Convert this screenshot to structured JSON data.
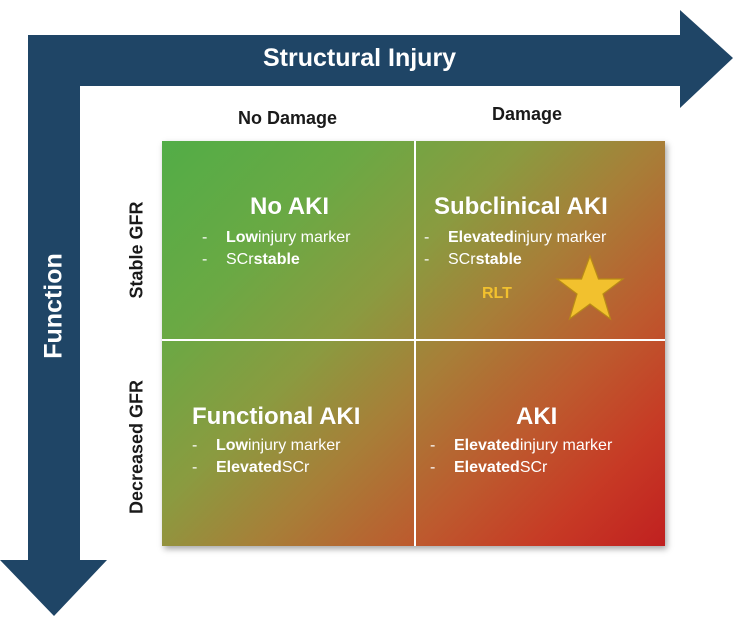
{
  "axes": {
    "horizontal_label": "Structural Injury",
    "vertical_label": "Function",
    "arrow_color": "#1f4566"
  },
  "columns": {
    "left": "No Damage",
    "right": "Damage"
  },
  "rows": {
    "top": "Stable GFR",
    "bottom": "Decreased GFR"
  },
  "quadrants": {
    "top_left": {
      "title": "No AKI",
      "bullets": [
        {
          "dash": "-",
          "bold": "Low",
          "text": " injury marker",
          "bold_last": ""
        },
        {
          "dash": "-",
          "bold": "",
          "text": "SCr ",
          "bold_last": "stable"
        }
      ]
    },
    "top_right": {
      "title": "Subclinical AKI",
      "bullets": [
        {
          "dash": "-",
          "bold": "Elevated",
          "text": " injury marker",
          "bold_last": ""
        },
        {
          "dash": "-",
          "bold": "",
          "text": "SCr ",
          "bold_last": "stable"
        }
      ]
    },
    "bottom_left": {
      "title": "Functional AKI",
      "bullets": [
        {
          "dash": "-",
          "bold": "Low",
          "text": " injury marker",
          "bold_last": ""
        },
        {
          "dash": "-",
          "bold": "Elevated",
          "text": " SCr",
          "bold_last": ""
        }
      ]
    },
    "bottom_right": {
      "title": "AKI",
      "bullets": [
        {
          "dash": "-",
          "bold": "Elevated",
          "text": " injury marker",
          "bold_last": ""
        },
        {
          "dash": "-",
          "bold": "Elevated",
          "text": " SCr",
          "bold_last": ""
        }
      ]
    }
  },
  "marker": {
    "label": "RLT",
    "icon": "star-icon",
    "color": "#f2c12e"
  }
}
